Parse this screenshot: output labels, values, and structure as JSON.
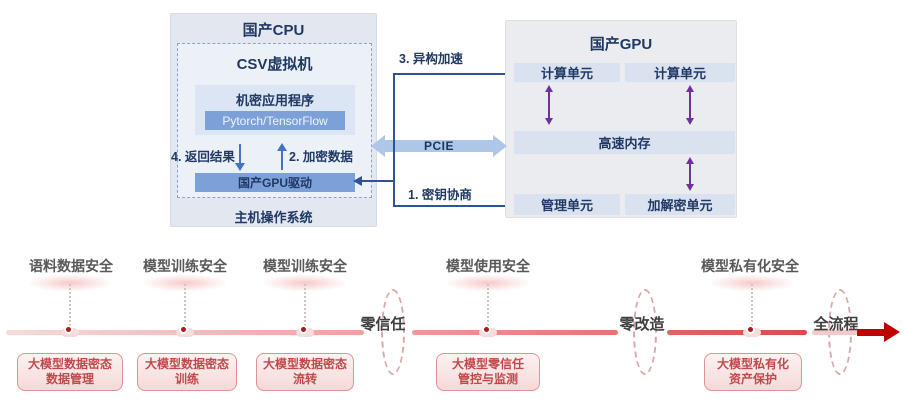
{
  "architecture": {
    "cpu_box": {
      "title": "国产CPU",
      "vm_title": "CSV虚拟机",
      "app_title": "机密应用程序",
      "framework_label": "Pytorch/TensorFlow",
      "driver_label": "国产GPU驱动",
      "os_label": "主机操作系统"
    },
    "gpu_box": {
      "title": "国产GPU",
      "units": {
        "compute_left": "计算单元",
        "compute_right": "计算单元",
        "memory": "高速内存",
        "management": "管理单元",
        "crypto": "加解密单元"
      }
    },
    "flows": {
      "step1": "1. 密钥协商",
      "step2": "2. 加密数据",
      "step3": "3. 异构加速",
      "step4": "4. 返回结果",
      "bus_label": "PCIE"
    }
  },
  "timeline": {
    "stages": [
      {
        "label": "语料数据安全",
        "box_lines": [
          "大模型数据密态",
          "数据管理"
        ]
      },
      {
        "label": "模型训练安全",
        "box_lines": [
          "大模型数据密态",
          "训练"
        ]
      },
      {
        "label": "模型训练安全",
        "box_lines": [
          "大模型数据密态",
          "流转"
        ]
      },
      {
        "label": "模型使用安全",
        "box_lines": [
          "大模型零信任",
          "管控与监测"
        ]
      },
      {
        "label": "模型私有化安全",
        "box_lines": [
          "大模型私有化",
          "资产保护"
        ]
      }
    ],
    "milestones": [
      {
        "label": "零信任"
      },
      {
        "label": "零改造"
      },
      {
        "label": "全流程"
      }
    ]
  },
  "colors": {
    "navy_text": "#1f3864",
    "blue_arrow": "#4472c4",
    "connector_line": "#2f5496",
    "blue_fill": "#7ca1d8",
    "light_blue_fill": "#dbe5f3",
    "gpu_bar_fill": "#dbe2ef",
    "purple_arrow": "#7030a0",
    "pcie_fill": "#aec6e8",
    "timeline_arrow_red": "#c00000",
    "stage_label_text": "#595959",
    "milestone_text": "#3f3f3f",
    "box_text_red": "#c0494b",
    "box_border_pink": "#dd9495"
  }
}
